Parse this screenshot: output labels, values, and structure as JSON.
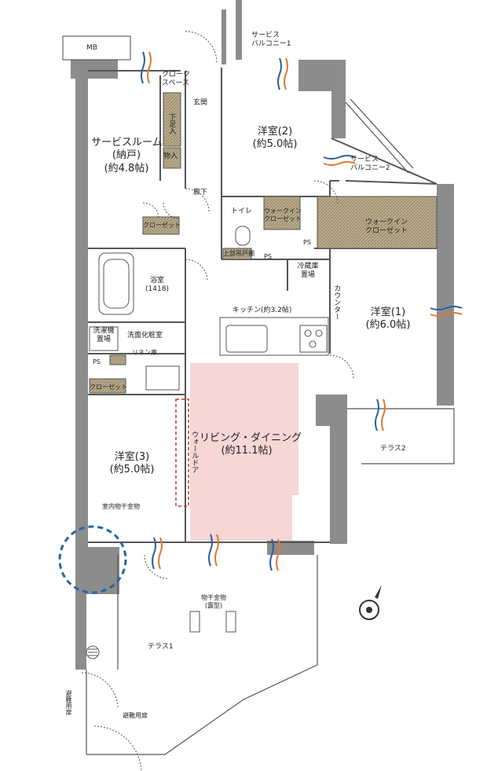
{
  "labels": {
    "mb": "MB",
    "service_balcony_1": [
      "サービス",
      "バルコニー1"
    ],
    "cloak_space": [
      "クローク",
      "スペース"
    ],
    "entrance": "玄関",
    "shoe_box": "下足入",
    "storage": "物入",
    "service_room": [
      "サービスルーム",
      "(納戸)",
      "(約4.8帖)"
    ],
    "western_room_2": [
      "洋室(2)",
      "(約5.0帖)"
    ],
    "service_balcony_2": [
      "サービス",
      "バルコニー2"
    ],
    "corridor": "廊下",
    "toilet": "トイレ",
    "walkin_closet_small": [
      "ウォークイン",
      "クローゼット"
    ],
    "walkin_closet_large": [
      "ウォークイン",
      "クローゼット"
    ],
    "closet_service_room": "クローゼット",
    "upper_cabinet": "上部吊戸棚",
    "ps": "PS",
    "fridge_space": [
      "冷蔵庫",
      "置場"
    ],
    "bathroom": [
      "浴室",
      "(1418)"
    ],
    "kitchen": "キッチン(約3.2帖)",
    "counter": "カウンター",
    "western_room_1": [
      "洋室(1)",
      "(約6.0帖)"
    ],
    "washer_space": [
      "洗濯機",
      "置場"
    ],
    "washroom": "洗面化粧室",
    "linen_storage": "リネン庫",
    "closet_room3": "クローゼット",
    "living_dining": [
      "リビング・ダイニング",
      "(約11.1帖)"
    ],
    "wall_door": "ウォールドア",
    "western_room_3": [
      "洋室(3)",
      "(約5.0帖)"
    ],
    "indoor_drying": "室内物干金物",
    "terrace_2": "テラス2",
    "drying_rack": [
      "物干金物",
      "(露型)"
    ],
    "terrace_1": "テラス1",
    "evacuation_door": "避難用扉",
    "evacuation_door_vertical": "避難用扉"
  },
  "colors": {
    "wall": "#8c8c8c",
    "closet_fill": "#b9ab8b",
    "living_fill": "#f7d6d6",
    "airflow_blue": "#2f5f9c",
    "airflow_orange": "#e27a2d",
    "highlight_circle": "#2466a8"
  },
  "icons": [
    "compass-icon",
    "airflow-icon",
    "drain-icon",
    "bathtub-icon",
    "toilet-icon",
    "sink-icon",
    "stove-icon"
  ]
}
